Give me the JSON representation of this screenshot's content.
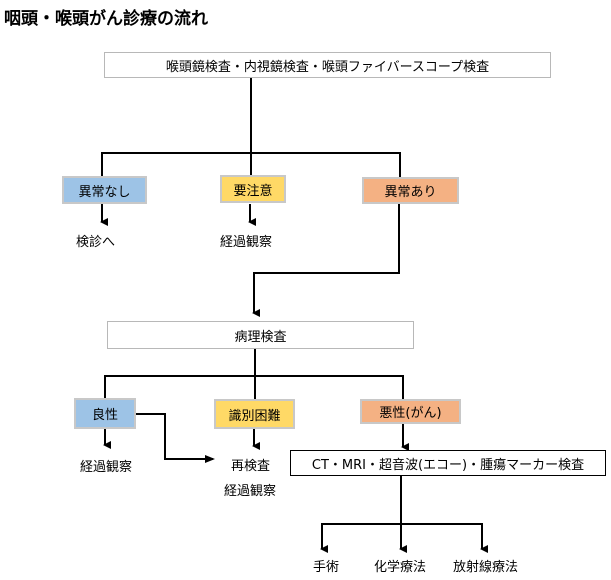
{
  "title": "咽頭・喉頭がん診療の流れ",
  "colors": {
    "normal": "#9dc3e6",
    "caution": "#ffd966",
    "abnormal": "#f4b183",
    "line": "#000000"
  },
  "nodes": {
    "initial_exam": "喉頭鏡検査・内視鏡検査・喉頭ファイバースコープ検査",
    "no_abnormality": "異常なし",
    "caution": "要注意",
    "abnormality": "異常あり",
    "to_checkup": "検診へ",
    "follow_up_1": "経過観察",
    "pathology": "病理検査",
    "benign": "良性",
    "hard_to_identify": "識別困難",
    "malignant": "悪性(がん)",
    "follow_up_2": "経過観察",
    "reexam": "再検査",
    "follow_up_3": "経過観察",
    "imaging": "CT・MRI・超音波(エコー)・腫瘍マーカー検査",
    "surgery": "手術",
    "chemotherapy": "化学療法",
    "radiotherapy": "放射線療法"
  }
}
